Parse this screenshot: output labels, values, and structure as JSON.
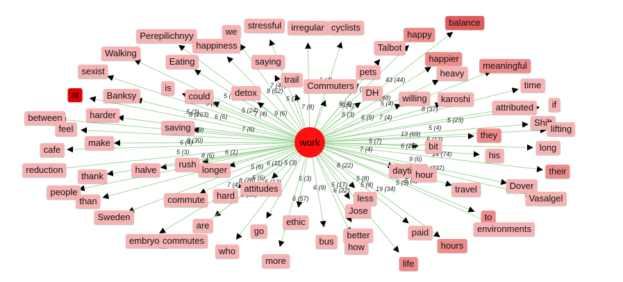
{
  "graph": {
    "center": "work",
    "colors": {
      "center": "#ff1010",
      "edge": "#9fd69a",
      "arrow": "#000000",
      "light": "#f6b3b3",
      "mid": "#ee8c8c",
      "strong": "#e25a5a",
      "top": "#e00000"
    },
    "nodes": [
      {
        "label": "balance",
        "tone": "strong"
      },
      {
        "label": "stressful",
        "tone": "light"
      },
      {
        "label": "irregular",
        "tone": "light"
      },
      {
        "label": "cyclists",
        "tone": "light"
      },
      {
        "label": "happy",
        "tone": "mid"
      },
      {
        "label": "we",
        "tone": "light"
      },
      {
        "label": "Perepilichnyy",
        "tone": "light"
      },
      {
        "label": "happiness",
        "tone": "light"
      },
      {
        "label": "Talbot",
        "tone": "light"
      },
      {
        "label": "happier",
        "tone": "mid"
      },
      {
        "label": "Walking",
        "tone": "light"
      },
      {
        "label": "Eating",
        "tone": "light"
      },
      {
        "label": "saying",
        "tone": "light"
      },
      {
        "label": "meaningful",
        "tone": "mid"
      },
      {
        "label": "heavy",
        "tone": "light"
      },
      {
        "label": "pets",
        "tone": "light"
      },
      {
        "label": "sexist",
        "tone": "light"
      },
      {
        "label": "trail",
        "tone": "light"
      },
      {
        "label": "time",
        "tone": "light"
      },
      {
        "label": "is",
        "tone": "light"
      },
      {
        "label": "Commuters",
        "tone": "light"
      },
      {
        "label": "DH",
        "tone": "light"
      },
      {
        "label": "at",
        "tone": "top"
      },
      {
        "label": "Banksy",
        "tone": "light"
      },
      {
        "label": "could",
        "tone": "light"
      },
      {
        "label": "detox",
        "tone": "light"
      },
      {
        "label": "willing",
        "tone": "light"
      },
      {
        "label": "karoshi",
        "tone": "light"
      },
      {
        "label": "if",
        "tone": "light"
      },
      {
        "label": "attributed",
        "tone": "light"
      },
      {
        "label": "harder",
        "tone": "light"
      },
      {
        "label": "between",
        "tone": "light"
      },
      {
        "label": "Shift",
        "tone": "light"
      },
      {
        "label": "feel",
        "tone": "light"
      },
      {
        "label": "saving",
        "tone": "light"
      },
      {
        "label": "lifting",
        "tone": "light"
      },
      {
        "label": "they",
        "tone": "mid"
      },
      {
        "label": "make",
        "tone": "light"
      },
      {
        "label": "bit",
        "tone": "light"
      },
      {
        "label": "long",
        "tone": "light"
      },
      {
        "label": "cafe",
        "tone": "light"
      },
      {
        "label": "his",
        "tone": "light"
      },
      {
        "label": "rush",
        "tone": "light"
      },
      {
        "label": "halve",
        "tone": "light"
      },
      {
        "label": "longer",
        "tone": "light"
      },
      {
        "label": "their",
        "tone": "mid"
      },
      {
        "label": "reduction",
        "tone": "light"
      },
      {
        "label": "thank",
        "tone": "light"
      },
      {
        "label": "daytime",
        "tone": "light"
      },
      {
        "label": "hour",
        "tone": "light"
      },
      {
        "label": "Dover",
        "tone": "light"
      },
      {
        "label": "attitudes",
        "tone": "light"
      },
      {
        "label": "people",
        "tone": "light"
      },
      {
        "label": "travel",
        "tone": "light"
      },
      {
        "label": "than",
        "tone": "light"
      },
      {
        "label": "hard",
        "tone": "light"
      },
      {
        "label": "Vasalgel",
        "tone": "light"
      },
      {
        "label": "commute",
        "tone": "light"
      },
      {
        "label": "less",
        "tone": "light"
      },
      {
        "label": "Jose",
        "tone": "light"
      },
      {
        "label": "Sweden",
        "tone": "light"
      },
      {
        "label": "to",
        "tone": "mid"
      },
      {
        "label": "environments",
        "tone": "light"
      },
      {
        "label": "are",
        "tone": "light"
      },
      {
        "label": "ethic",
        "tone": "light"
      },
      {
        "label": "paid",
        "tone": "light"
      },
      {
        "label": "embryos",
        "tone": "light"
      },
      {
        "label": "commutes",
        "tone": "light"
      },
      {
        "label": "go",
        "tone": "light"
      },
      {
        "label": "better",
        "tone": "light"
      },
      {
        "label": "hours",
        "tone": "mid"
      },
      {
        "label": "bus",
        "tone": "light"
      },
      {
        "label": "how",
        "tone": "light"
      },
      {
        "label": "who",
        "tone": "light"
      },
      {
        "label": "more",
        "tone": "light"
      },
      {
        "label": "life",
        "tone": "mid"
      }
    ],
    "edge_labels": [
      "7 (47)",
      "5 (4)",
      "6 (4)",
      "43 (44)",
      "8 (52)",
      "5 (4)",
      "26 (48)",
      "5 (5)",
      "5 (4)",
      "5 (3)",
      "5 (4)",
      "7 (8)",
      "5 (7)",
      "5 (3)",
      "6 (4)",
      "6 (5)",
      "7 (4)",
      "8 (37)",
      "5 (23)",
      "8 (263)",
      "5 (24)",
      "7 (4)",
      "9 (6)",
      "6 (6)",
      "5 (19)",
      "7 (6)",
      "13 (69)",
      "5 (4)",
      "5 (13)",
      "5 (7)",
      "6 (26)",
      "14 (74)",
      "8 (30)",
      "6 (4)",
      "5 (3)",
      "8 (6)",
      "6 (1)",
      "5 (6)",
      "6 (11)",
      "5 (3)",
      "7 (4)",
      "8 (22)",
      "5 (8)",
      "9 (6)",
      "11 (337)",
      "7 (4)",
      "5 (6)",
      "8 (76)",
      "5 (12)",
      "5 (38)",
      "6 (57)",
      "5 (3)",
      "6 (9)",
      "5 (17)",
      "6 (22)",
      "5 (8)",
      "19 (34)",
      "5 (5)",
      "5 (5)"
    ]
  }
}
